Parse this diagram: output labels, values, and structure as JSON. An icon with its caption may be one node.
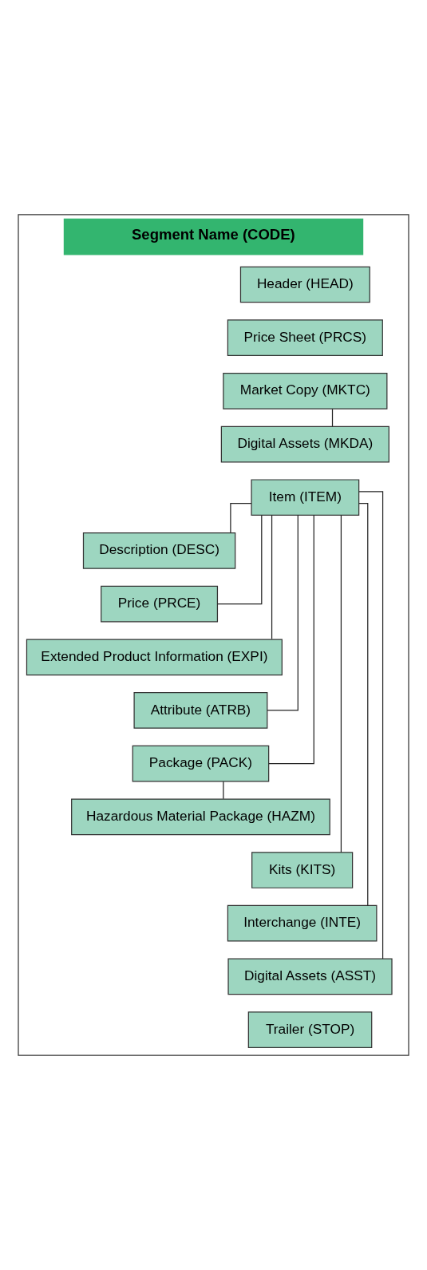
{
  "diagram": {
    "nodes": [
      {
        "text": [
          "Segment Name (CODE)"
        ]
      },
      {
        "text": [
          "Header (HEAD)"
        ],
        "in": 0
      },
      {
        "text": [
          "Price Sheet (PRCS)"
        ],
        "in": 0
      },
      {
        "text": [
          "Market Copy (MKTC)"
        ],
        "in": 0
      },
      {
        "text": [
          "Digital Assets (MKDA)"
        ],
        "in": 0
      },
      {
        "text": [
          "Item (ITEM)"
        ],
        "in": 0
      },
      {
        "text": [
          "Description (DESC)"
        ],
        "in": 0
      },
      {
        "text": [
          "Price (PRCE)"
        ],
        "in": 0
      },
      {
        "text": [
          "Extended Product Information (EXPI)"
        ],
        "in": 0
      },
      {
        "text": [
          "Attribute (ATRB)"
        ],
        "in": 0
      },
      {
        "text": [
          "Package (PACK)"
        ],
        "in": 0
      },
      {
        "text": [
          "Hazardous Material Package (HAZM)"
        ],
        "in": 0
      },
      {
        "text": [
          "Kits (KITS)"
        ],
        "in": 0
      },
      {
        "text": [
          "Interchange (INTE)"
        ],
        "in": 0
      },
      {
        "text": [
          "Digital Assets (ASST)"
        ],
        "in": 0
      },
      {
        "text": [
          "Trailer (STOP)"
        ],
        "in": 0
      }
    ],
    "edges": [
      {
        "from": 3,
        "to": 4,
        "arrow": "none"
      },
      {
        "from": 5,
        "to": 6,
        "arrow": "none"
      },
      {
        "from": 5,
        "to": 7,
        "arrow": "none"
      },
      {
        "from": 5,
        "to": 8,
        "arrow": "none"
      },
      {
        "from": 5,
        "to": 9,
        "arrow": "none"
      },
      {
        "from": 5,
        "to": 10,
        "arrow": "none"
      },
      {
        "from": 10,
        "to": 11,
        "arrow": "none"
      },
      {
        "from": 5,
        "to": 12,
        "arrow": "none"
      },
      {
        "from": 5,
        "to": 13,
        "arrow": "none"
      },
      {
        "from": 5,
        "to": 14,
        "arrow": "none"
      }
    ]
  }
}
